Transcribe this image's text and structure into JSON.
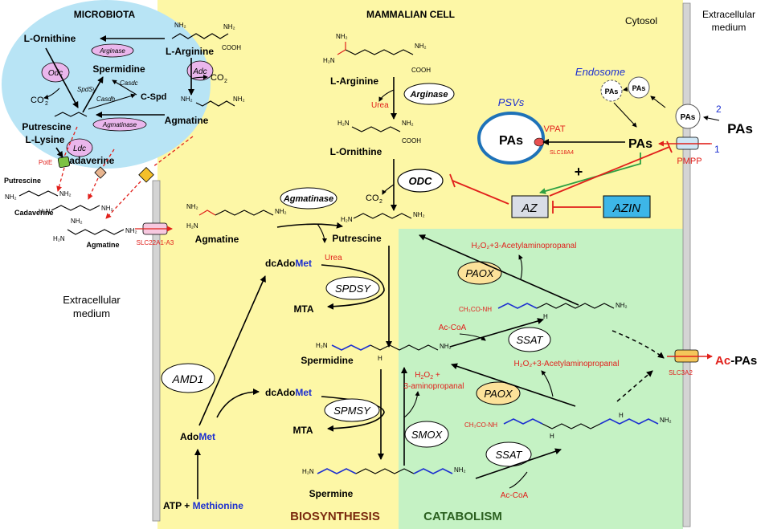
{
  "titles": {
    "microbiota": "MICROBIOTA",
    "mammalian_cell": "MAMMALIAN CELL",
    "cytosol": "Cytosol",
    "extracellular_right_1": "Extracellular",
    "extracellular_right_2": "medium",
    "extracellular_left_1": "Extracellular",
    "extracellular_left_2": "medium",
    "biosynthesis": "BIOSYNTHESIS",
    "catabolism": "CATABOLISM"
  },
  "microbiota": {
    "l_ornithine": "L-Ornithine",
    "l_arginine": "L-Arginine",
    "arginase": "Arginase",
    "adc": "Adc",
    "co2_right": "CO",
    "co2_left": "CO",
    "odc": "Odc",
    "spermidine": "Spermidine",
    "spdsy": "SpdSy",
    "casdc": "Casdc",
    "casdh": "Casdh",
    "c_spd": "C-Spd",
    "putrescine": "Putrescine",
    "agmatinase": "Agmatinase",
    "agmatine": "Agmatine",
    "l_lysine": "L-Lysine",
    "ldc": "Ldc",
    "cadaverine": "Cadaverine",
    "pote": "PotE"
  },
  "extracellular_left": {
    "putrescine": "Putrescine",
    "cadaverine": "Cadaverine",
    "agmatine": "Agmatine",
    "slc22": "SLC22A1-A3"
  },
  "cell": {
    "l_arginine": "L-Arginine",
    "arginase": "Arginase",
    "urea_top": "Urea",
    "l_ornithine": "L-Ornithine",
    "odc": "ODC",
    "co2": "CO",
    "agmatinase": "Agmatinase",
    "agmatine": "Agmatine",
    "putrescine": "Putrescine",
    "urea_mid": "Urea",
    "dcadomet1_a": "dcAdo",
    "dcadomet1_b": "Met",
    "spdsy": "SPDSY",
    "mta1": "MTA",
    "amd1": "AMD1",
    "dcadomet2_a": "dcAdo",
    "dcadomet2_b": "Met",
    "spmsy": "SPMSY",
    "mta2": "MTA",
    "adomet_a": "Ado",
    "adomet_b": "Met",
    "atp": "ATP + ",
    "methionine": "Methionine",
    "spermidine": "Spermidine",
    "spermine": "Spermine",
    "smox": "SMOX",
    "h2o2_3amino_a": "H",
    "h2o2_3amino_b": "3-aminopropanal",
    "paox_top": "PAOX",
    "paox_mid": "PAOX",
    "h2o2_acetyl_top": "H₂O₂+3-Acetylaminopropanal",
    "h2o2_acetyl_mid": "H₂O₂+3-Acetylaminopropanal",
    "ssat_top": "SSAT",
    "ssat_bottom": "SSAT",
    "acoa_top": "Ac-CoA",
    "acoa_bottom": "Ac-CoA",
    "ch3co_top": "CH₃CO-NH",
    "ch3co_bottom": "CH₃CO-NH",
    "psvs": "PSVs",
    "pas_vesicle": "PAs",
    "vpat": "VPAT",
    "slc18a4": "SLC18A4",
    "endosome": "Endosome",
    "pas_endo1": "PAs",
    "pas_endo2": "PAs",
    "pas_cyt": "PAs",
    "pas_mem": "PAs",
    "pas_ext": "PAs",
    "num1": "1",
    "num2": "2",
    "pmpp": "PMPP",
    "plus": "+",
    "az": "AZ",
    "azin": "AZIN",
    "slc3a2": "SLC3A2",
    "ac_pas_a": "Ac",
    "ac_pas_b": "-PAs"
  },
  "colors": {
    "yellow": "#fdf7a6",
    "green": "#c5f2c4",
    "blue_oval": "#b8e4f5",
    "pink": "#eab6ec",
    "orange_enzyme": "#fce29a",
    "azin": "#3db6e8",
    "red": "#e1201b",
    "blue_text": "#1c2fd0",
    "green_arrow": "#2ea043",
    "brown_text": "#7a2a0e",
    "dark_green_text": "#2b6020"
  }
}
